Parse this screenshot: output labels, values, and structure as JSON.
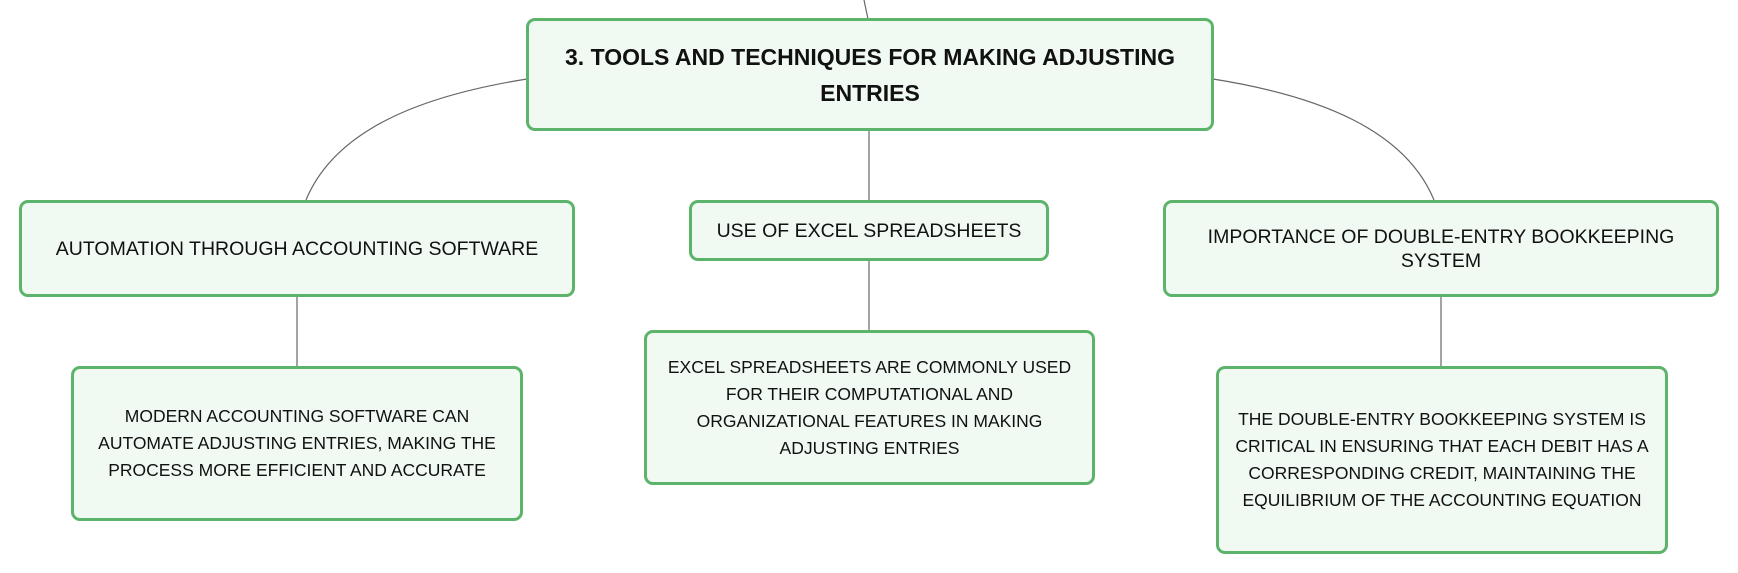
{
  "mindmap": {
    "root": {
      "text": "3. TOOLS AND TECHNIQUES FOR MAKING ADJUSTING ENTRIES"
    },
    "branches": [
      {
        "text": "AUTOMATION THROUGH ACCOUNTING SOFTWARE",
        "child": "MODERN ACCOUNTING SOFTWARE CAN AUTOMATE ADJUSTING ENTRIES, MAKING THE PROCESS MORE EFFICIENT AND ACCURATE"
      },
      {
        "text": "USE OF EXCEL SPREADSHEETS",
        "child": "EXCEL SPREADSHEETS ARE COMMONLY USED FOR THEIR COMPUTATIONAL AND ORGANIZATIONAL FEATURES IN MAKING ADJUSTING ENTRIES"
      },
      {
        "text": "IMPORTANCE OF DOUBLE-ENTRY BOOKKEEPING SYSTEM",
        "child": "THE DOUBLE-ENTRY BOOKKEEPING SYSTEM IS CRITICAL IN ENSURING THAT EACH DEBIT HAS A CORRESPONDING CREDIT, MAINTAINING THE EQUILIBRIUM OF THE ACCOUNTING EQUATION"
      }
    ]
  },
  "colors": {
    "node_fill": "#f0f9f2",
    "node_border": "#5cb36a",
    "connector": "#666666",
    "text": "#111111"
  }
}
